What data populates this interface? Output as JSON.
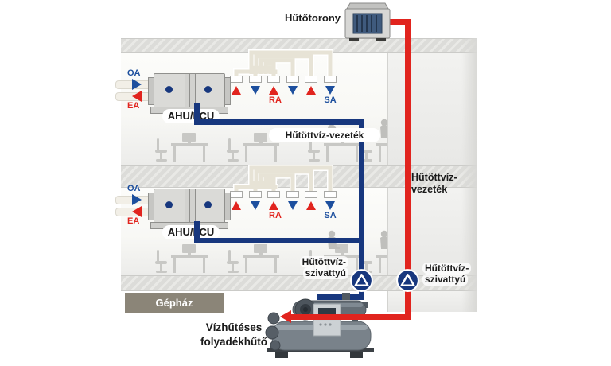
{
  "cooling_tower_label": "Hűtőtorony",
  "floor1": {
    "oa": "OA",
    "ea": "EA",
    "ahu": "AHU/FCU",
    "ra": "RA",
    "sa": "SA",
    "pipe_label": "Hűtöttvíz-vezeték"
  },
  "floor2": {
    "oa": "OA",
    "ea": "EA",
    "ahu": "AHU/FCU",
    "ra": "RA",
    "sa": "SA"
  },
  "shaft_label": {
    "line1": "Hűtöttvíz-",
    "line2": "vezeték"
  },
  "pump_left": {
    "line1": "Hűtöttvíz-",
    "line2": "szivattyú"
  },
  "pump_right": {
    "line1": "Hűtöttvíz-",
    "line2": "szivattyú"
  },
  "machine_room_label": "Gépház",
  "chiller_label": {
    "line1": "Vízhűtéses",
    "line2": "folyadékhűtő"
  },
  "colors": {
    "pipe_red": "#e1241e",
    "pipe_navy": "#17377e",
    "accent_blue": "#1d4f9e",
    "duct": "#e7e3d6",
    "machine_room_band": "#8b8578"
  }
}
